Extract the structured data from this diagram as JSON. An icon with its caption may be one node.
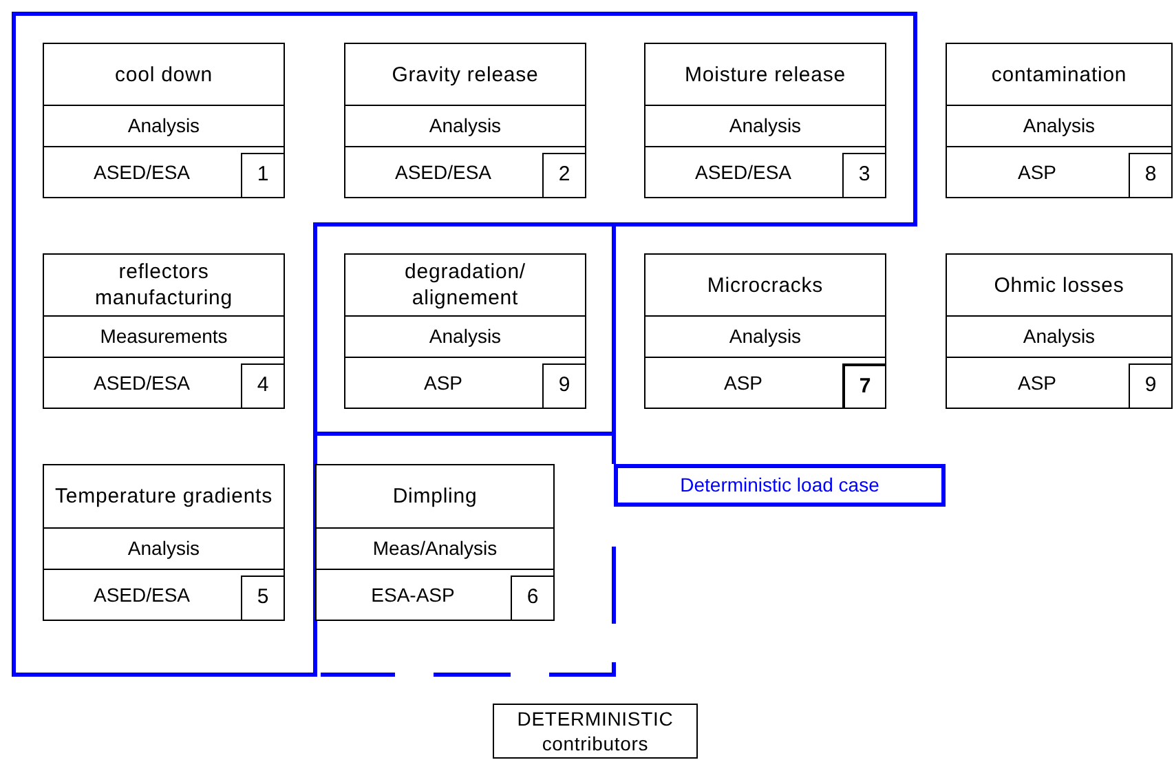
{
  "diagram": {
    "nodes": [
      {
        "text": [
          "cool down",
          "Analysis",
          "ASED/ESA",
          "1"
        ]
      },
      {
        "text": [
          "Gravity release",
          "Analysis",
          "ASED/ESA",
          "2"
        ]
      },
      {
        "text": [
          "Moisture release",
          "Analysis",
          "ASED/ESA",
          "3"
        ]
      },
      {
        "text": [
          "contamination",
          "Analysis",
          "ASP",
          "8"
        ]
      },
      {
        "text": [
          "reflectors manufacturing",
          "Measurements",
          "ASED/ESA",
          "4"
        ]
      },
      {
        "text": [
          "degradation/ alignement",
          "Analysis",
          "ASP",
          "9"
        ]
      },
      {
        "text": [
          "Microcracks",
          "Analysis",
          "ASP",
          "7"
        ]
      },
      {
        "text": [
          "Ohmic losses",
          "Analysis",
          "ASP",
          "9"
        ]
      },
      {
        "text": [
          "Temperature gradients",
          "Analysis",
          "ASED/ESA",
          "5"
        ]
      },
      {
        "text": [
          "Dimpling",
          "Meas/Analysis",
          "ESA-ASP",
          "6"
        ]
      },
      {
        "text": [
          "Deterministic load case"
        ]
      },
      {
        "text": [
          "DETERMINISTIC contributors"
        ]
      }
    ]
  }
}
